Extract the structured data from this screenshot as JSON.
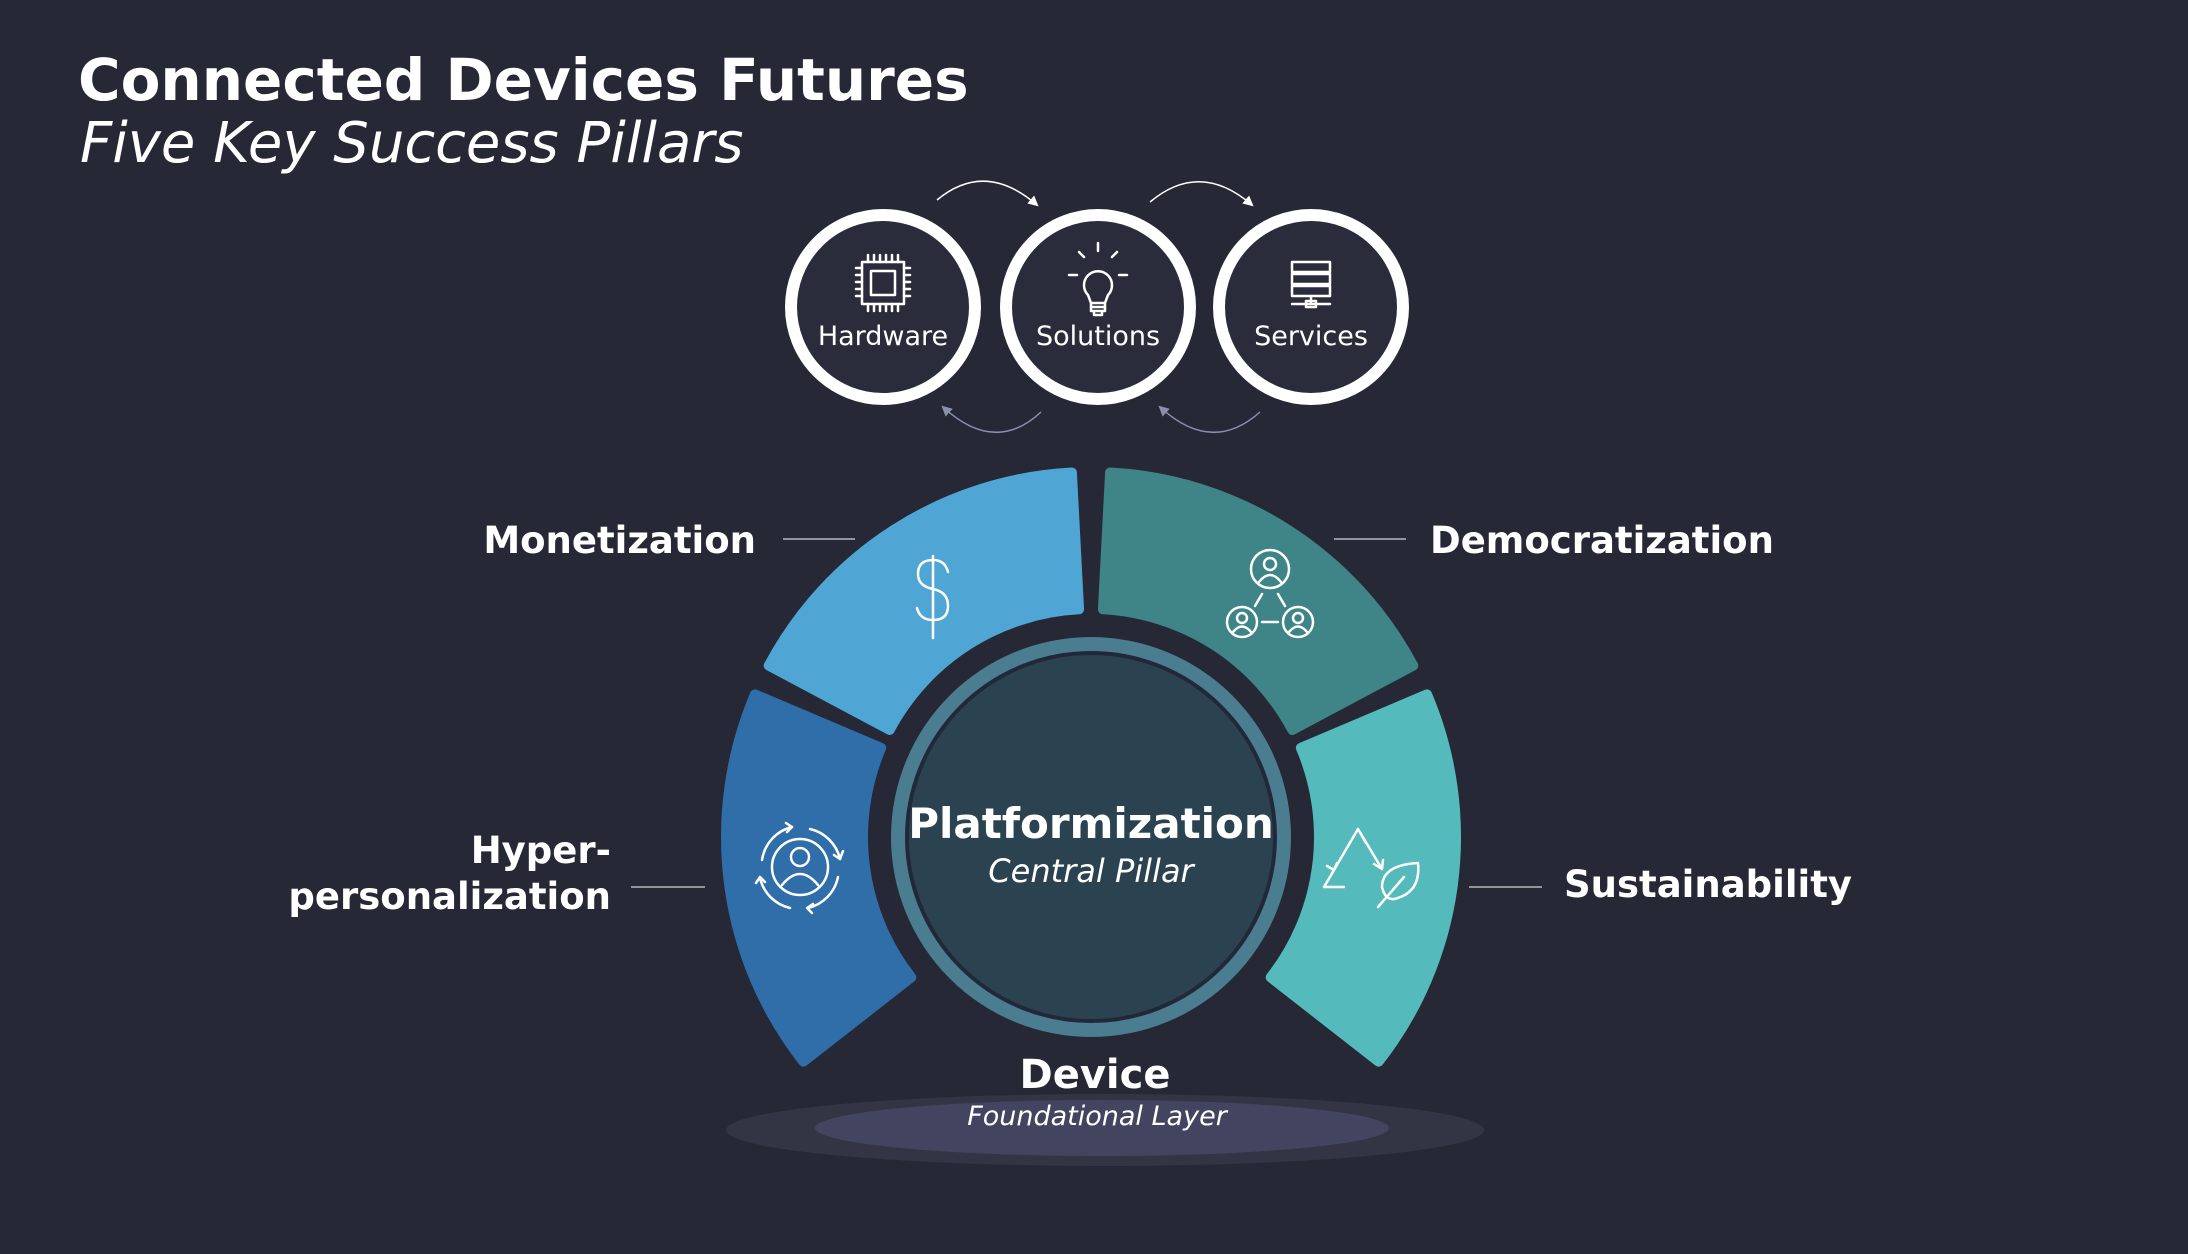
{
  "header": {
    "title": "Connected Devices Futures",
    "subtitle": "Five Key Success Pillars"
  },
  "cycle": [
    {
      "label": "Hardware",
      "icon": "chip-icon"
    },
    {
      "label": "Solutions",
      "icon": "lightbulb-icon"
    },
    {
      "label": "Services",
      "icon": "server-icon"
    }
  ],
  "pillars": {
    "monetization": {
      "label": "Monetization",
      "icon": "dollar-icon",
      "color": "#4fa6d5"
    },
    "democratization": {
      "label": "Democratization",
      "icon": "people-network-icon",
      "color": "#3f8487"
    },
    "sustainability": {
      "label": "Sustainability",
      "icon": "recycle-leaf-icon",
      "color": "#55babb"
    },
    "hyperpersonalization": {
      "label_line1": "Hyper-",
      "label_line2": "personalization",
      "icon": "user-cycle-icon",
      "color": "#2f6ea9"
    }
  },
  "center": {
    "title": "Platformization",
    "subtitle": "Central Pillar"
  },
  "foundation": {
    "title": "Device",
    "subtitle": "Foundational Layer"
  }
}
